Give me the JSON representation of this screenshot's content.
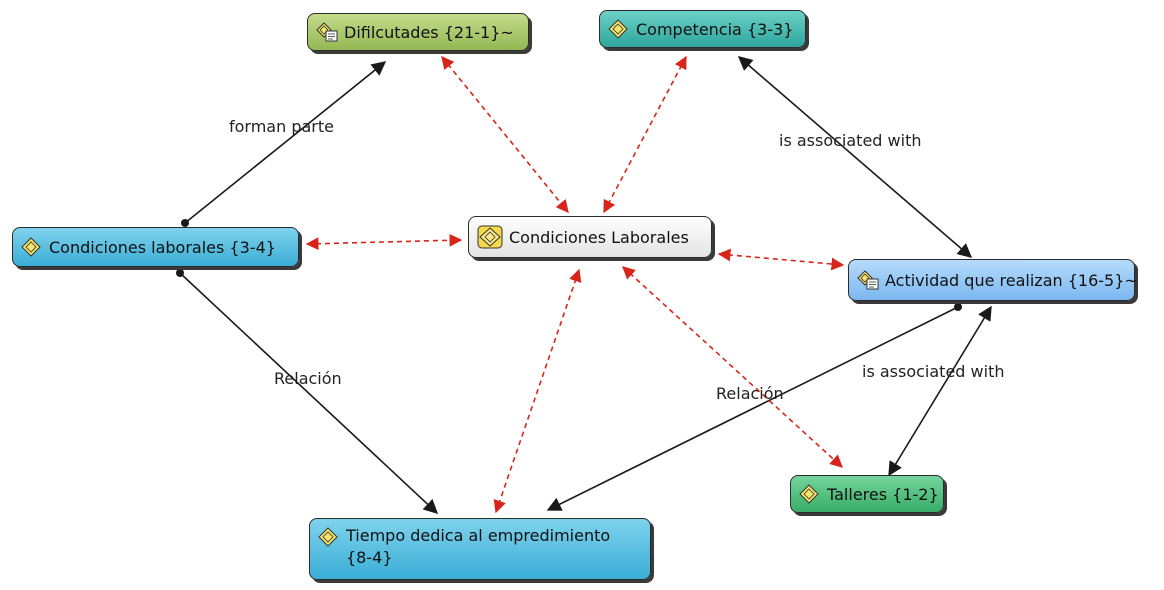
{
  "colors": {
    "green_olive": "#a9c96a",
    "teal": "#43b8ae",
    "cyan": "#55bfe0",
    "blue_light": "#8fc4f5",
    "green": "#4cbf7d",
    "white_node": "#f2f2f2",
    "relation_red": "#d9241b",
    "arrow_black": "#1a1a1a"
  },
  "nodes": {
    "dificultades": {
      "label": "Difilcutades {21-1}~",
      "icon": "memo-code-icon"
    },
    "competencia": {
      "label": "Competencia {3-3}",
      "icon": "code-icon"
    },
    "condiciones_laborales_left": {
      "label": "Condiciones laborales {3-4}",
      "icon": "code-icon"
    },
    "condiciones_laborales_center": {
      "label": "Condiciones Laborales",
      "icon": "code-icon"
    },
    "actividad": {
      "label": "Actividad que realizan {16-5}~",
      "icon": "memo-code-icon"
    },
    "talleres": {
      "label": "Talleres {1-2}",
      "icon": "code-icon"
    },
    "tiempo": {
      "label": "Tiempo dedica al empredimiento {8-4}",
      "icon": "code-icon"
    }
  },
  "edge_labels": {
    "forman_parte": "forman parte",
    "is_associated_top": "is associated with",
    "relacion_left": "Relación",
    "relacion_right": "Relación",
    "is_associated_bottom": "is associated with"
  }
}
